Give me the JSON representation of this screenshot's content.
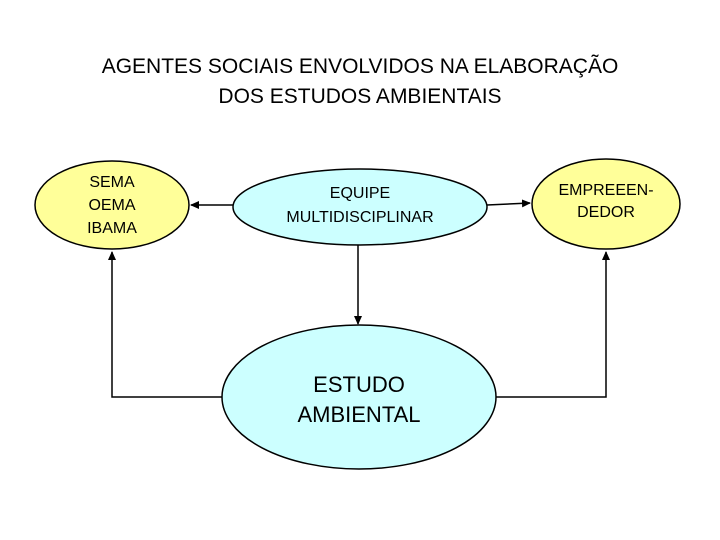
{
  "title": {
    "line1": "AGENTES SOCIAIS ENVOLVIDOS NA ELABORAÇÃO",
    "line2": "DOS ESTUDOS AMBIENTAIS"
  },
  "nodes": {
    "agencies": {
      "lines": [
        "SEMA",
        "OEMA",
        "IBAMA"
      ],
      "fill": "#ffff99"
    },
    "team": {
      "lines": [
        "EQUIPE",
        "MULTIDISCIPLINAR"
      ],
      "fill": "#ccffff"
    },
    "entrepreneur": {
      "lines": [
        "EMPREEEN-",
        "DEDOR"
      ],
      "fill": "#ffff99"
    },
    "study": {
      "lines": [
        "ESTUDO",
        "AMBIENTAL"
      ],
      "fill": "#ccffff"
    }
  },
  "colors": {
    "stroke": "#000000"
  }
}
